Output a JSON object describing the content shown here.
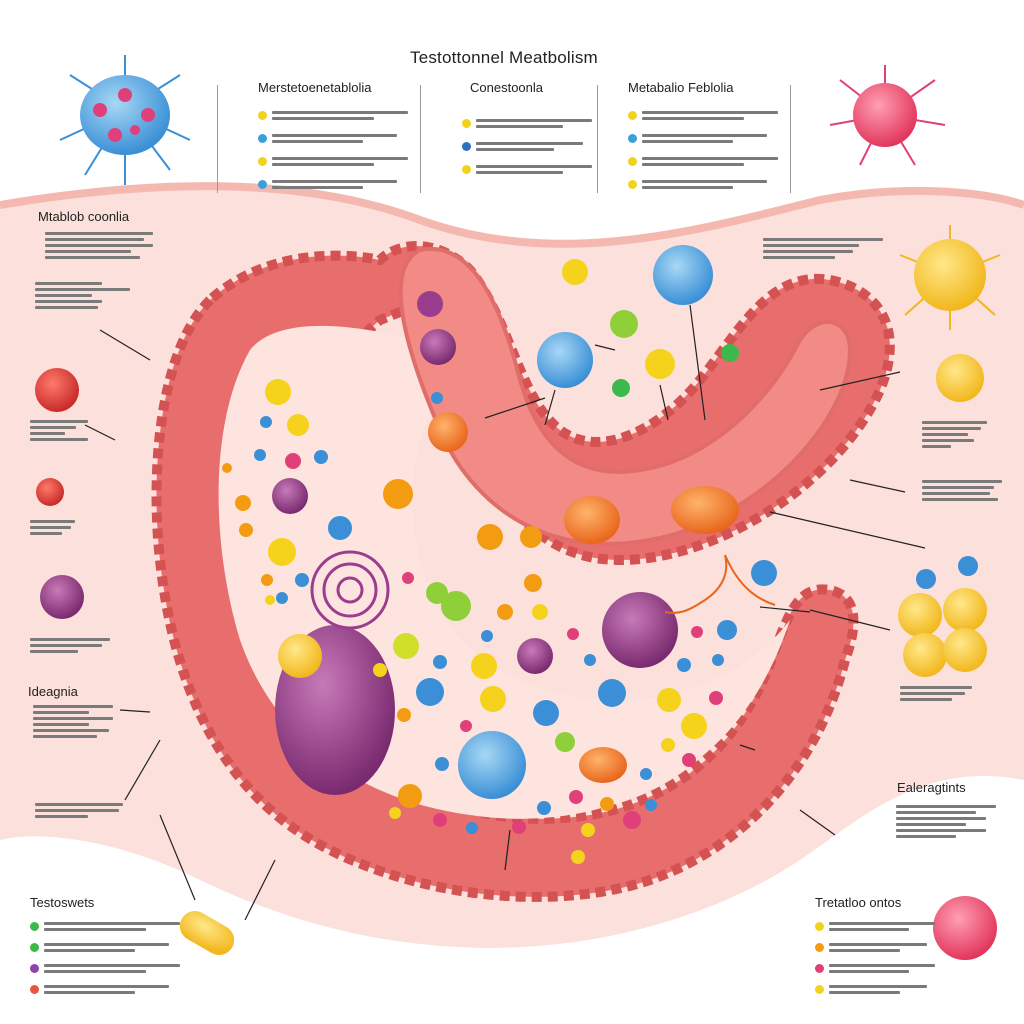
{
  "title": "Testottonnel Meatbolism",
  "columns": [
    {
      "heading": "Merstetoenetablolia",
      "dots": [
        "#f1d21c",
        "#3aa0d8",
        "#f1d21c",
        "#3aa0d8"
      ]
    },
    {
      "heading": "Conestoonla",
      "dots": [
        "#f1d21c",
        "#2f6fc4",
        "#f1d21c"
      ]
    },
    {
      "heading": "Metabalio Feblolia",
      "dots": [
        "#f1d21c",
        "#3aa0d8",
        "#f1d21c",
        "#f1d21c"
      ]
    }
  ],
  "left_sections": [
    {
      "heading": "Mtablob coonlia"
    },
    {
      "heading": "Ideagnia"
    }
  ],
  "right_sections": [
    {
      "heading": "Ealeragtints"
    }
  ],
  "bottom_sections": [
    {
      "heading": "Testoswets",
      "dots": [
        "#3db84a",
        "#3db84a",
        "#8e44ad",
        "#e8573d"
      ]
    },
    {
      "heading": "Tretatloo ontos",
      "dots": [
        "#f1d21c",
        "#f39c12",
        "#e0407a",
        "#f1d21c"
      ]
    }
  ],
  "colors": {
    "tissue": "#e86e6e",
    "tissue_dark": "#d9534f",
    "band": "#f7c9c4",
    "background": "#ffffff"
  }
}
